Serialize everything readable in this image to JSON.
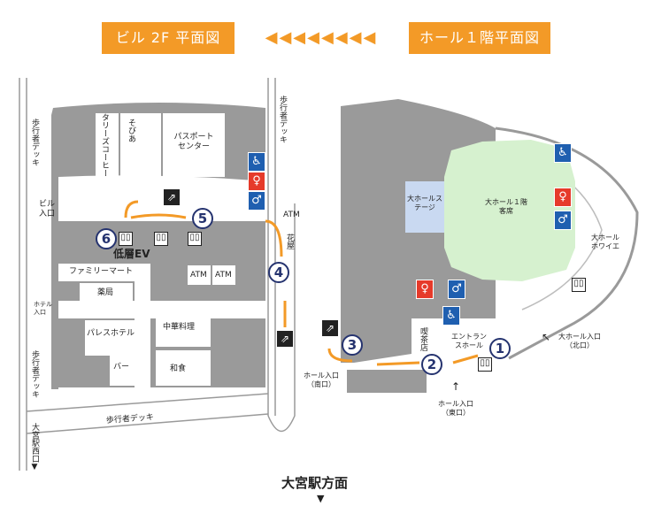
{
  "header": {
    "left_title": "ビル 2F 平面図",
    "arrows": "◀◀◀◀◀◀◀◀",
    "right_title": "ホール１階平面図"
  },
  "building": {
    "tullys": "タリーズコーヒー",
    "sobia": "そびあ",
    "passport": "パスポートセンター",
    "family_mart": "ファミリーマート",
    "pharmacy": "薬局",
    "palace_hotel": "パレスホテル",
    "bar": "バー",
    "chinese": "中華料理",
    "japanese": "和食",
    "atm1": "ATM",
    "atm2": "ATM",
    "atm3": "ATM",
    "flower": "花屋",
    "low_ev": "低層EV",
    "building_entrance": "ビル入口",
    "hotel_entrance": "ホテル入口",
    "walkway_left_top": "歩行者デッキ",
    "walkway_left_bottom": "歩行者デッキ",
    "walkway_right": "歩行者デッキ",
    "walkway_bottom": "歩行者デッキ",
    "omiya_west": "大宮駅西口▼"
  },
  "hall": {
    "stage": "大ホールステージ",
    "seats": "大ホール１階客席",
    "foyer": "大ホールホワイエ",
    "cafe": "喫茶店",
    "entrance_hall": "エントランスホール",
    "north_entrance": "大ホール入口（北口）",
    "south_entrance": "ホール入口（南口）",
    "east_entrance": "ホール入口（東口）"
  },
  "steps": [
    "1",
    "2",
    "3",
    "4",
    "5",
    "6"
  ],
  "footer": {
    "direction": "大宮駅方面",
    "marker": "▼"
  },
  "colors": {
    "header": "#f39a27",
    "route": "#f39a27",
    "wall": "#9a9a9a",
    "seats": "#d6f1cf",
    "stage": "#c9d9f1",
    "step_circle": "#25336f",
    "restroom_female": "#e63a2a",
    "restroom_male": "#1f5fb0"
  },
  "icons": [
    "wheelchair-icon",
    "female-restroom-icon",
    "male-restroom-icon",
    "elevator-icon",
    "escalator-icon",
    "atm-icon"
  ]
}
